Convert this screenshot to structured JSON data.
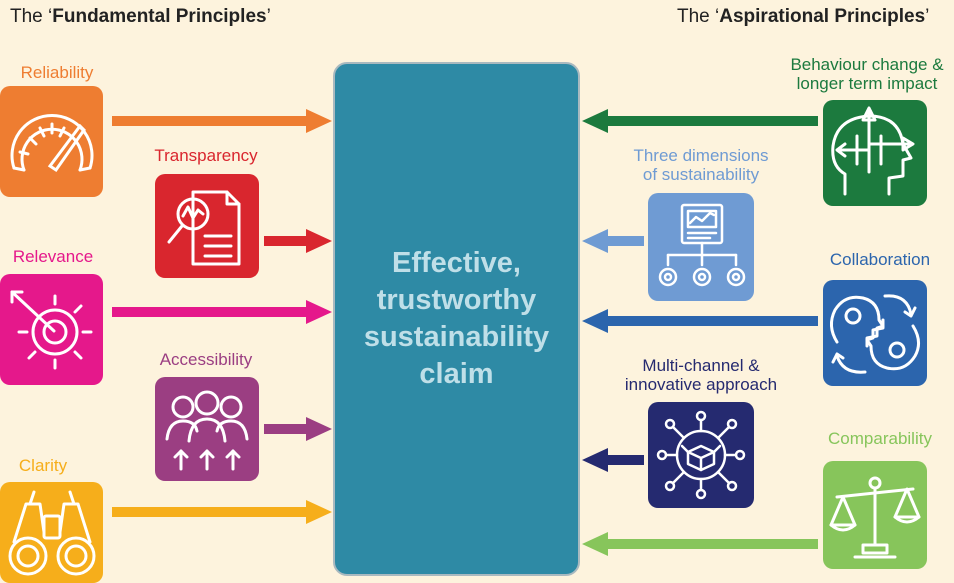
{
  "headers": {
    "left_prefix": "The ‘",
    "left_bold": "Fundamental Principles",
    "left_suffix": "’",
    "right_prefix": "The ‘",
    "right_bold": "Aspirational Principles",
    "right_suffix": "’"
  },
  "center": {
    "text": "Effective,\ntrustworthy\nsustainability\nclaim"
  },
  "fundamental": {
    "reliability": {
      "label": "Reliability",
      "color": "#ee7d31"
    },
    "transparency": {
      "label": "Transparency",
      "color": "#d9262e"
    },
    "relevance": {
      "label": "Relevance",
      "color": "#e5188b"
    },
    "accessibility": {
      "label": "Accessibility",
      "color": "#9b3e82"
    },
    "clarity": {
      "label": "Clarity",
      "color": "#f6ae1b"
    }
  },
  "aspirational": {
    "behaviour": {
      "label_line1": "Behaviour change &",
      "label_line2": "longer term impact",
      "color": "#1c7a3e"
    },
    "dimensions": {
      "label_line1": "Three dimensions",
      "label_line2": "of sustainability",
      "color": "#6f9bd3"
    },
    "collaboration": {
      "label": "Collaboration",
      "color": "#2c65ad"
    },
    "multichannel": {
      "label_line1": "Multi-channel &",
      "label_line2": "innovative approach",
      "color": "#252a70"
    },
    "comparability": {
      "label": "Comparability",
      "color": "#87c55b"
    }
  }
}
